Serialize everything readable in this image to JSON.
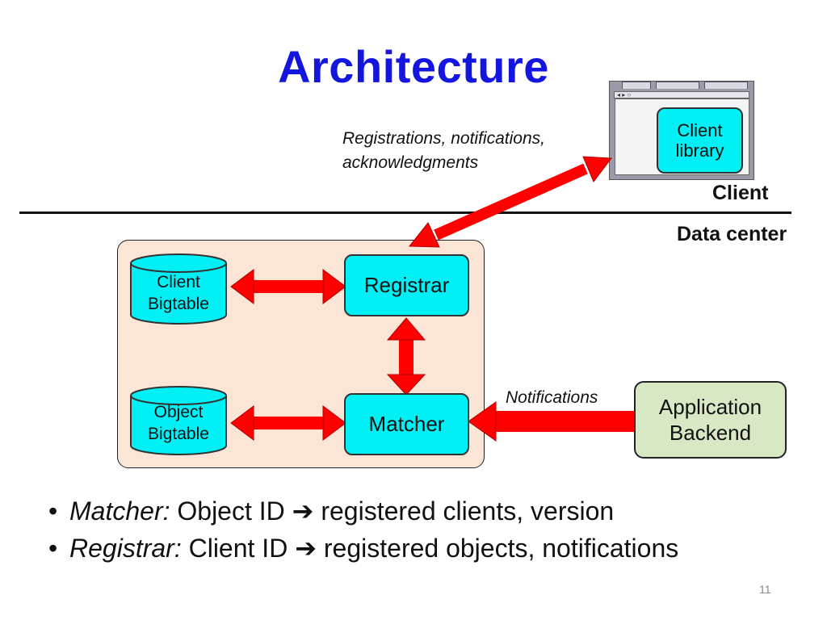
{
  "slide": {
    "title": "Architecture",
    "page_number": "11"
  },
  "zones": {
    "client_label": "Client",
    "datacenter_label": "Data center"
  },
  "nodes": {
    "client_library": [
      "Client",
      "library"
    ],
    "registrar": "Registrar",
    "matcher": "Matcher",
    "client_bigtable": [
      "Client",
      "Bigtable"
    ],
    "object_bigtable": [
      "Object",
      "Bigtable"
    ],
    "application_backend": [
      "Application",
      "Backend"
    ]
  },
  "edges": {
    "client_registrar_label": [
      "Registrations, notifications,",
      "acknowledgments"
    ],
    "backend_matcher_label": "Notifications"
  },
  "bullets": [
    {
      "term": "Matcher:",
      "text": " Object ID ",
      "arrow": "➔",
      "rest": " registered clients, version"
    },
    {
      "term": "Registrar:",
      "text": " Client ID ",
      "arrow": "➔",
      "rest": " registered objects, notifications"
    }
  ],
  "colors": {
    "title": "#1515e0",
    "node_fill": "#00f0f5",
    "arrow": "#ff0000",
    "datacenter_panel": "#fbe5d6",
    "backend_fill": "#d9e8c4"
  },
  "icons": {
    "bullet": "bullet-dot-icon",
    "browser": "browser-window-icon",
    "cylinder": "database-cylinder-icon",
    "arrow": "double-arrow-icon"
  }
}
